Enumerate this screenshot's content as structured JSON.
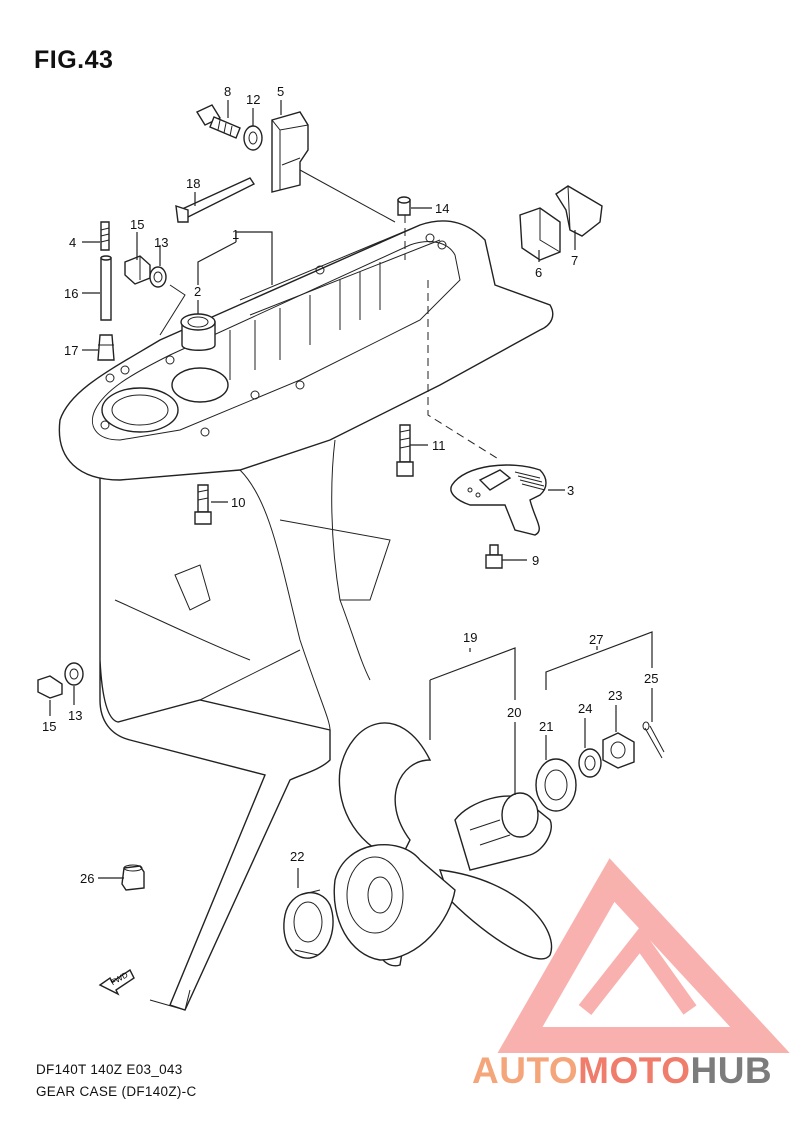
{
  "figure": {
    "title": "FIG.43"
  },
  "labels": {
    "p1": "1",
    "p2": "2",
    "p3": "3",
    "p4": "4",
    "p5": "5",
    "p6": "6",
    "p7": "7",
    "p8": "8",
    "p9": "9",
    "p10": "10",
    "p11": "11",
    "p12": "12",
    "p13a": "13",
    "p13b": "13",
    "p14": "14",
    "p15a": "15",
    "p15b": "15",
    "p16": "16",
    "p17": "17",
    "p18": "18",
    "p19": "19",
    "p20": "20",
    "p21": "21",
    "p22": "22",
    "p23": "23",
    "p24": "24",
    "p25": "25",
    "p26": "26",
    "p27": "27",
    "fwd": "FWD"
  },
  "footer": {
    "line1": "DF140T 140Z E03_043",
    "line2": "GEAR CASE (DF140Z)-C"
  },
  "watermark": {
    "part1": "AUTO",
    "part2": "MOTO",
    "part3": "HUB",
    "colors": {
      "auto": "#f5a57a",
      "moto": "#f07c6b",
      "hub": "#7c7c7c",
      "triangle": "#f7a4a0"
    }
  }
}
